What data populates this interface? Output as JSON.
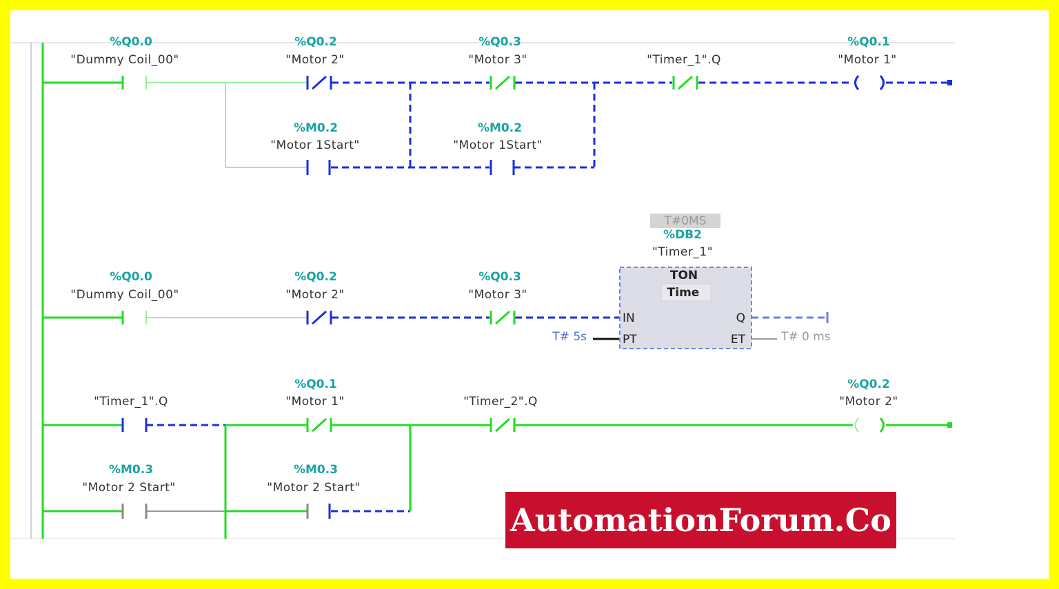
{
  "network1": {
    "contact_1": {
      "address": "%Q0.0",
      "tag": "\"Dummy Coil_00\""
    },
    "contact_2": {
      "address": "%Q0.2",
      "tag": "\"Motor 2\""
    },
    "contact_3": {
      "address": "%Q0.3",
      "tag": "\"Motor 3\""
    },
    "contact_4": {
      "tag": "\"Timer_1\".Q"
    },
    "coil": {
      "address": "%Q0.1",
      "tag": "\"Motor 1\""
    },
    "branch_1": {
      "address": "%M0.2",
      "tag": "\"Motor 1Start\""
    },
    "branch_2": {
      "address": "%M0.2",
      "tag": "\"Motor 1Start\""
    }
  },
  "network2": {
    "contact_1": {
      "address": "%Q0.0",
      "tag": "\"Dummy Coil_00\""
    },
    "contact_2": {
      "address": "%Q0.2",
      "tag": "\"Motor 2\""
    },
    "contact_3": {
      "address": "%Q0.3",
      "tag": "\"Motor 3\""
    },
    "timer": {
      "status_value": "T#0MS",
      "instance_db": "%DB2",
      "instance_tag": "\"Timer_1\"",
      "type": "TON",
      "subtype": "Time",
      "pin_in": "IN",
      "pin_pt": "PT",
      "pin_q": "Q",
      "pin_et": "ET",
      "pt_value": "T# 5s",
      "et_value": "T# 0 ms"
    }
  },
  "network3": {
    "contact_1": {
      "tag": "\"Timer_1\".Q"
    },
    "contact_2": {
      "address": "%Q0.1",
      "tag": "\"Motor 1\""
    },
    "contact_3": {
      "tag": "\"Timer_2\".Q"
    },
    "coil": {
      "address": "%Q0.2",
      "tag": "\"Motor 2\""
    },
    "branch_1": {
      "address": "%M0.3",
      "tag": "\"Motor 2 Start\""
    },
    "branch_2": {
      "address": "%M0.3",
      "tag": "\"Motor 2 Start\""
    }
  },
  "watermark": "AutomationForum.Co",
  "colors": {
    "energized": "#22dd22",
    "not_energized": "#1a2ee0",
    "frame": "#ffff00",
    "watermark_bg": "#c8102e"
  }
}
